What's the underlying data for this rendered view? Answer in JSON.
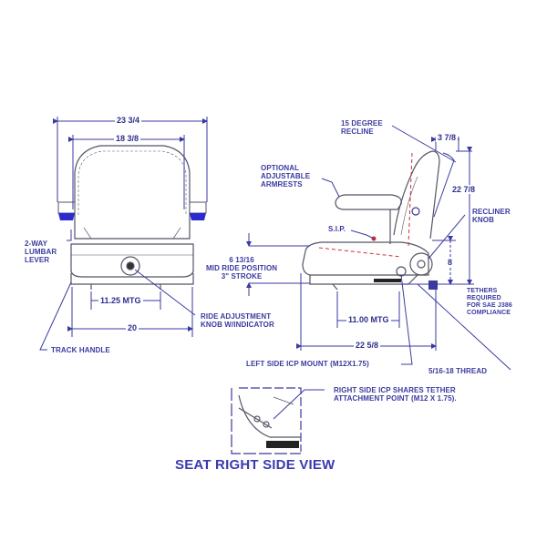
{
  "diagram": {
    "type": "technical-drawing",
    "subject": "Seat dimension drawing (front view and side view)",
    "colors": {
      "line": "#3a3aa0",
      "outline": "#555566",
      "accent_blue": "#2a2ad0",
      "sip_red": "#d03030"
    },
    "front_view": {
      "dimensions": {
        "overall_width": "23 3/4",
        "back_width": "18 3/8",
        "mounting": "11.25 MTG",
        "base_width": "20"
      },
      "callouts": {
        "lumbar": "2-WAY\nLUMBAR\nLEVER",
        "track_handle": "TRACK HANDLE",
        "ride_knob": "RIDE ADJUSTMENT\nKNOB w/INDICATOR"
      }
    },
    "side_view": {
      "dimensions": {
        "ride": "6 13/16\nMID RIDE POSITION\n3\" STROKE",
        "recline_offset": "3 7/8",
        "back_height": "22 7/8",
        "seat_height": "8",
        "mounting": "11.00 MTG",
        "depth": "22 5/8"
      },
      "callouts": {
        "recline": "15 DEGREE\nRECLINE",
        "armrests": "OPTIONAL\nADJUSTABLE\nARMRESTS",
        "sip": "S.I.P.",
        "recliner_knob": "RECLINER\nKNOB",
        "tethers": "TETHERS\nREQUIRED\nFOR SAE J386\nCOMPLIANCE",
        "left_icp": "LEFT SIDE ICP MOUNT (M12X1.75)",
        "thread": "5/16-18 THREAD"
      }
    },
    "right_side_view": {
      "callout": "RIGHT SIDE ICP SHARES TETHER\nATTACHMENT POINT (M12 X 1.75).",
      "title": "SEAT RIGHT SIDE VIEW"
    }
  }
}
